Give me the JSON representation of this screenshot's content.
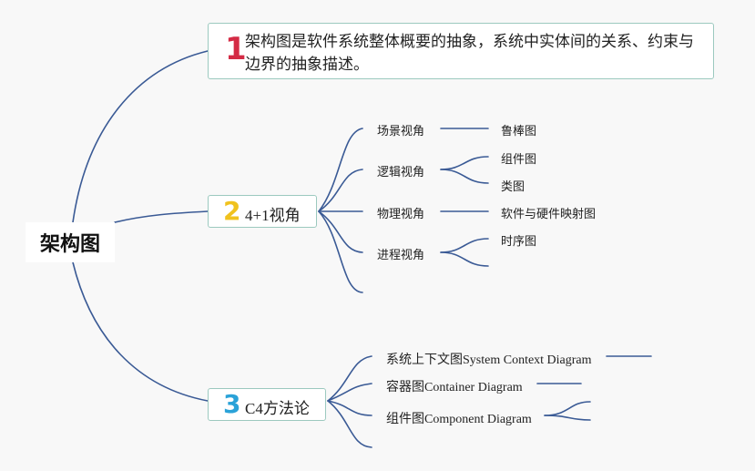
{
  "root": {
    "label": "架构图"
  },
  "branches": [
    {
      "number": "1",
      "text": "架构图是软件系统整体概要的抽象，系统中实体间的关系、约束与边界的抽象描述。"
    },
    {
      "number": "2",
      "text": "4+1视角",
      "children": [
        {
          "label": "场景视角",
          "children": [
            "鲁棒图"
          ]
        },
        {
          "label": "逻辑视角",
          "children": [
            "组件图",
            "类图"
          ]
        },
        {
          "label": "物理视角",
          "children": [
            "软件与硬件映射图"
          ]
        },
        {
          "label": "进程视角",
          "children": [
            "时序图"
          ]
        }
      ]
    },
    {
      "number": "3",
      "text": "C4方法论",
      "children": [
        {
          "label": "系统上下文图System Context Diagram"
        },
        {
          "label": "容器图Container Diagram"
        },
        {
          "label": "组件图Component Diagram"
        }
      ]
    }
  ],
  "colors": {
    "line": "#3a5a95",
    "box_border": "#9cc9bf",
    "num1": "#d42b45",
    "num2": "#f0c21e",
    "num3": "#2aa2d8"
  }
}
